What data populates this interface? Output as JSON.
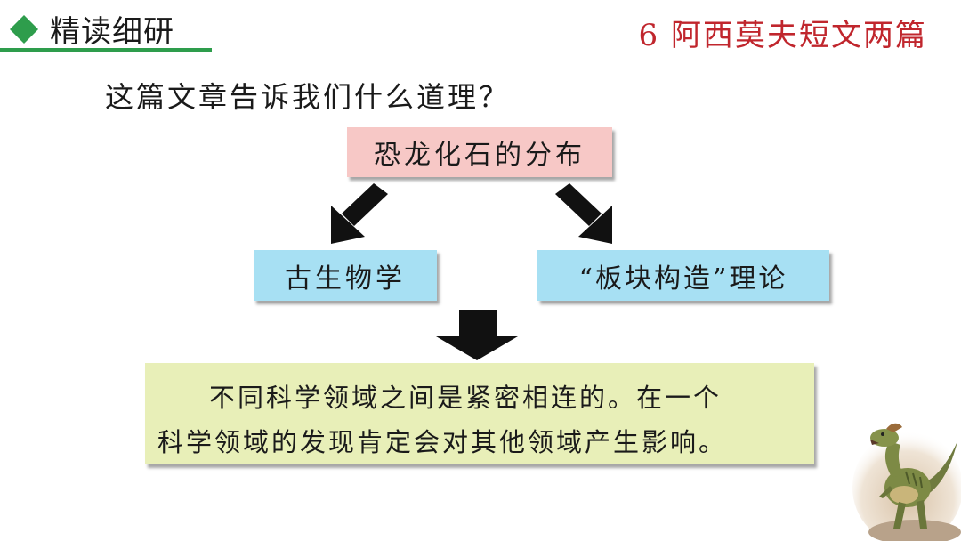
{
  "header": {
    "section_title": "精读细研",
    "lesson_title": "6 阿西莫夫短文两篇"
  },
  "main": {
    "question": "这篇文章告诉我们什么道理？",
    "top_box": "恐龙化石的分布",
    "left_box": "古生物学",
    "right_box": "“板块构造”理论",
    "conclusion": {
      "line1": "不同科学领域之间是紧密相连的。在一个",
      "line2": "科学领域的发现肯定会对其他领域产生影响。"
    }
  },
  "colors": {
    "accent_green": "#2e9d4c",
    "title_red": "#c0262d",
    "pink_box": "#f7c8c6",
    "blue_box": "#a7e0f3",
    "yellow_box": "#e8efb8"
  },
  "icons": {
    "header_marker": "diamond-icon",
    "flow_arrows": "arrow-icon",
    "illustration": "dinosaur-illustration"
  }
}
